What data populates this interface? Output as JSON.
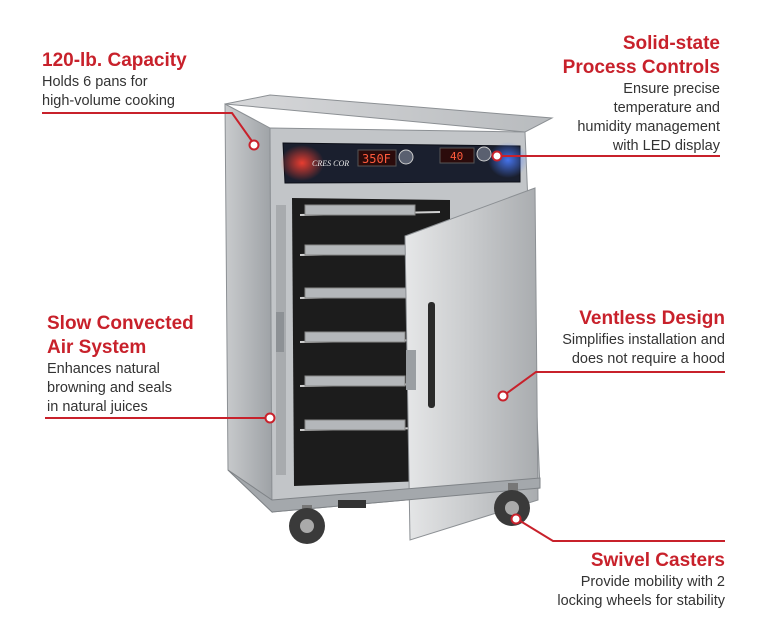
{
  "callouts": {
    "capacity": {
      "title": "120-lb. Capacity",
      "desc": [
        "Holds 6 pans for",
        "high-volume cooking"
      ]
    },
    "controls": {
      "title": [
        "Solid-state",
        "Process Controls"
      ],
      "desc": [
        "Ensure precise",
        "temperature and",
        "humidity management",
        "with LED display"
      ]
    },
    "airflow": {
      "title": [
        "Slow Convected",
        "Air System"
      ],
      "desc": [
        "Enhances natural",
        "browning and seals",
        "in natural juices"
      ]
    },
    "ventless": {
      "title": "Ventless Design",
      "desc": [
        "Simplifies installation and",
        "does not require a hood"
      ]
    },
    "casters": {
      "title": "Swivel Casters",
      "desc": [
        "Provide mobility with 2",
        "locking wheels for stability"
      ]
    }
  },
  "product": {
    "brand": "CRES COR",
    "display_left": "350F",
    "display_right": "40"
  },
  "colors": {
    "accent": "#c8212b",
    "text": "#333333",
    "steel": "#b9bcbf",
    "panel": "#1a1f2e"
  }
}
